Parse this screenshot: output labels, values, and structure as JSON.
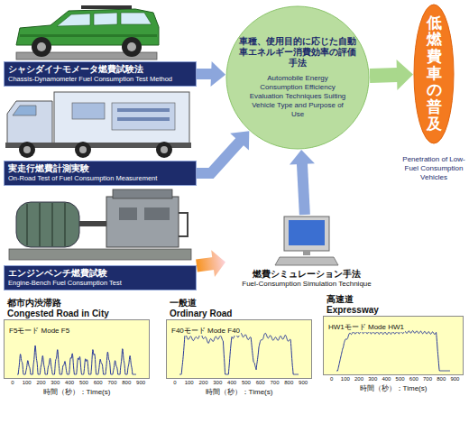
{
  "diagram": {
    "nodes": [
      {
        "text": [
          "シャシダイナモメータ燃費試験法",
          "Chassis-Dynamometer Fuel Consumption Test Method"
        ]
      },
      {
        "text": [
          "実走行燃費計測実験",
          "On-Road Test of Fuel Consumption Measurement"
        ]
      },
      {
        "text": [
          "エンジンベンチ燃費試験",
          "Engine-Bench Fuel Consumption Test"
        ]
      },
      {
        "text": [
          "車種、使用目的に応じた自動車エネルギー消費効率の評価手法",
          "Automobile Energy Consumption Efficiency Evaluation Techniques Suiting Vehicle Type and Purpose of Use"
        ]
      },
      {
        "text": [
          "低燃費車の普及",
          "Penetration of Low-Fuel Consumption Vehicles"
        ]
      },
      {
        "text": [
          "燃費シミュレーション手法",
          "Fuel-Consumption Simulation Technique"
        ]
      },
      {
        "text": [
          "都市内渋滞路",
          "Congested Road in City",
          "F5モード Mode F5",
          "時間（秒）：Time(s)"
        ]
      },
      {
        "text": [
          "一般道",
          "Ordinary Road",
          "F40モード Mode F40",
          "時間（秒）：Time(s)"
        ]
      },
      {
        "text": [
          "高速道",
          "Expressway",
          "HW1モード Mode HW1",
          "時間（秒）：Time(s)"
        ]
      }
    ],
    "edges": [
      {
        "from": 0,
        "to": 3,
        "arrow": "to"
      },
      {
        "from": 1,
        "to": 3,
        "arrow": "to"
      },
      {
        "from": 2,
        "to": 5,
        "arrow": "to"
      },
      {
        "from": 5,
        "to": 3,
        "arrow": "to"
      },
      {
        "from": 3,
        "to": 4,
        "arrow": "to"
      }
    ],
    "labels": [
      "0",
      "100",
      "200",
      "300",
      "400",
      "500",
      "600",
      "700",
      "800",
      "900",
      "0",
      "100",
      "200",
      "300",
      "400",
      "500",
      "600",
      "700",
      "800",
      "900",
      "0",
      "100",
      "200",
      "300",
      "400",
      "500",
      "600",
      "700",
      "800",
      "900"
    ]
  }
}
